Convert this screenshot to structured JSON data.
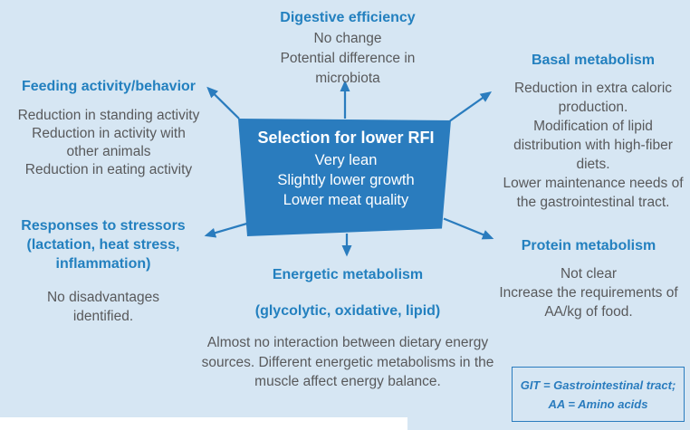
{
  "palette": {
    "background": "#d6e6f3",
    "accent": "#2a7cbe",
    "heading": "#2380bf",
    "body": "#58595b",
    "box_text": "#ffffff",
    "legend_text": "#2a7cbe"
  },
  "center_box": {
    "title": "Selection for lower RFI",
    "lines": [
      "Very lean",
      "Slightly lower growth",
      "Lower meat quality"
    ]
  },
  "nodes": {
    "digestive": {
      "title": "Digestive efficiency",
      "lines": [
        "No change",
        "Potential difference in",
        "microbiota"
      ]
    },
    "feeding": {
      "title": "Feeding activity/behavior",
      "lines": [
        "Reduction in standing activity",
        "Reduction in activity with",
        "other animals",
        "Reduction in eating activity"
      ]
    },
    "basal": {
      "title": "Basal metabolism",
      "lines": [
        "Reduction in extra caloric",
        "production.",
        "Modification of lipid",
        "distribution with high-fiber",
        "diets.",
        "Lower maintenance needs of",
        "the gastrointestinal tract."
      ]
    },
    "stressors": {
      "title_lines": [
        "Responses to stressors",
        "(lactation, heat stress,",
        "inflammation)"
      ],
      "lines": [
        "No disadvantages",
        "identified."
      ]
    },
    "energetic": {
      "title": "Energetic metabolism",
      "subtitle": "(glycolytic, oxidative, lipid)",
      "lines": [
        "Almost no interaction between dietary energy",
        "sources. Different energetic metabolisms in the",
        "muscle affect energy balance."
      ]
    },
    "protein": {
      "title": "Protein metabolism",
      "lines": [
        "Not clear",
        "Increase the requirements of",
        "AA/kg of food."
      ]
    }
  },
  "legend": {
    "lines": [
      "GIT = Gastrointestinal tract;",
      "AA = Amino acids"
    ]
  }
}
